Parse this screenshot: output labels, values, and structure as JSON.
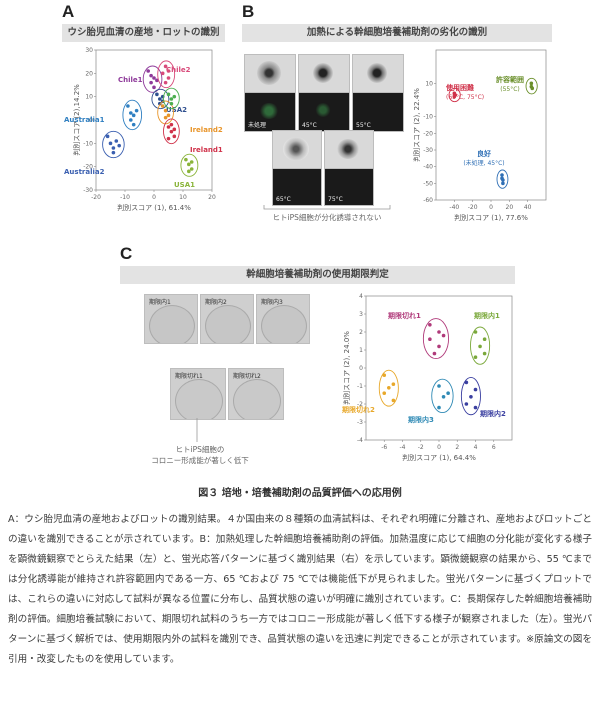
{
  "panelA": {
    "letter": "A",
    "banner": "ウシ胎児血清の産地・ロットの識別",
    "chart_data": {
      "type": "scatter",
      "xlabel": "判別スコア (1), 61.4%",
      "ylabel": "判別スコア (2),14.2%",
      "xlim": [
        -20,
        20
      ],
      "ylim": [
        -30,
        30
      ],
      "xticks": [
        "-20",
        "-10",
        "0",
        "10",
        "20"
      ],
      "yticks": [
        "30",
        "20",
        "10",
        "0",
        "-10",
        "-20",
        "-30"
      ],
      "groups": [
        {
          "name": "Chile1",
          "color": "#8e3a9a",
          "points": [
            [
              -2,
              21
            ],
            [
              -1,
              19
            ],
            [
              0,
              18
            ],
            [
              -1,
              16
            ],
            [
              0,
              14
            ],
            [
              1,
              17
            ]
          ]
        },
        {
          "name": "Chile2",
          "color": "#d84a7a",
          "points": [
            [
              4,
              23
            ],
            [
              5,
              21
            ],
            [
              3,
              20
            ],
            [
              5,
              18
            ],
            [
              4,
              16
            ]
          ]
        },
        {
          "name": "USA2",
          "color": "#2f4f8f",
          "points": [
            [
              1,
              11
            ],
            [
              2,
              9
            ],
            [
              3,
              10
            ],
            [
              2,
              7
            ],
            [
              3,
              8
            ]
          ]
        },
        {
          "name": "Australia1",
          "color": "#2f7fc1",
          "points": [
            [
              -9,
              6
            ],
            [
              -8,
              3
            ],
            [
              -8,
              0
            ],
            [
              -7,
              -2
            ],
            [
              -7,
              2
            ],
            [
              -6,
              4
            ]
          ]
        },
        {
          "name": "Ireland2",
          "color": "#e8952a",
          "points": [
            [
              3,
              6
            ],
            [
              4,
              4
            ],
            [
              5,
              2
            ],
            [
              4,
              1
            ]
          ]
        },
        {
          "name": "Ireland1",
          "color": "#d0324a",
          "points": [
            [
              5,
              -3
            ],
            [
              6,
              -5
            ],
            [
              7,
              -7
            ],
            [
              5,
              -8
            ],
            [
              6,
              -2
            ],
            [
              7,
              -4
            ]
          ]
        },
        {
          "name": "Australia2",
          "color": "#3a5fb0",
          "points": [
            [
              -16,
              -7
            ],
            [
              -15,
              -10
            ],
            [
              -14,
              -12
            ],
            [
              -13,
              -9
            ],
            [
              -14,
              -14
            ],
            [
              -12,
              -11
            ]
          ]
        },
        {
          "name": "USA1",
          "color": "#8ab43a",
          "points": [
            [
              11,
              -17
            ],
            [
              12,
              -19
            ],
            [
              13,
              -21
            ],
            [
              12,
              -22
            ],
            [
              13,
              -18
            ]
          ]
        },
        {
          "name": "",
          "color": "#4caf50",
          "points": [
            [
              5,
              11
            ],
            [
              6,
              9
            ],
            [
              6,
              7
            ],
            [
              7,
              10
            ]
          ]
        }
      ]
    }
  },
  "panelB": {
    "letter": "B",
    "banner": "加熱による幹細胞培養補助剤の劣化の識別",
    "photo_labels": [
      "未処理",
      "45°C",
      "55°C",
      "65°C",
      "75°C"
    ],
    "caption": "ヒトiPS細胞が分化誘導されない",
    "chart_data": {
      "type": "scatter",
      "xlabel": "判別スコア (1), 77.6%",
      "ylabel": "判別スコア (2), 22.4%",
      "xlim": [
        -60,
        60
      ],
      "ylim": [
        -60,
        30
      ],
      "xticks": [
        "-40",
        "-20",
        "0",
        "20",
        "40"
      ],
      "yticks": [
        "10",
        "-10",
        "-20",
        "-30",
        "-40",
        "-50",
        "-60"
      ],
      "groups": [
        {
          "name": "使用困難",
          "sub": "(65°C, 75°C)",
          "color": "#d0324a",
          "points": [
            [
              -40,
              4
            ],
            [
              -39,
              3
            ],
            [
              -40,
              2
            ]
          ]
        },
        {
          "name": "許容範囲",
          "sub": "(55°C)",
          "color": "#6a8f2a",
          "points": [
            [
              44,
              10
            ],
            [
              44,
              8
            ],
            [
              45,
              7
            ]
          ]
        },
        {
          "name": "良好",
          "sub": "(未処理, 45°C)",
          "color": "#2f6fb5",
          "points": [
            [
              12,
              -45
            ],
            [
              12,
              -47
            ],
            [
              13,
              -48
            ],
            [
              13,
              -50
            ]
          ]
        }
      ]
    }
  },
  "panelC": {
    "letter": "C",
    "banner": "幹細胞培養補助剤の使用期限判定",
    "photo_labels": [
      "期限内1",
      "期限内2",
      "期限内3",
      "期限切れ1",
      "期限切れ2"
    ],
    "caption_line1": "ヒトiPS細胞の",
    "caption_line2": "コロニー形成能が著しく低下",
    "chart_data": {
      "type": "scatter",
      "xlabel": "判別スコア (1), 64.4%",
      "ylabel": "判別スコア (2), 24.0%",
      "xlim": [
        -8,
        8
      ],
      "ylim": [
        -4,
        4
      ],
      "xticks": [
        "-6",
        "-4",
        "-2",
        "0",
        "2",
        "4",
        "6"
      ],
      "yticks": [
        "4",
        "3",
        "2",
        "1",
        "0",
        "-1",
        "-2",
        "-3",
        "-4"
      ],
      "groups": [
        {
          "name": "期限切れ1",
          "color": "#b03a7a",
          "points": [
            [
              -1,
              2.4
            ],
            [
              0,
              2.0
            ],
            [
              -1,
              1.6
            ],
            [
              0,
              1.2
            ],
            [
              -0.5,
              0.8
            ],
            [
              0.5,
              1.8
            ]
          ]
        },
        {
          "name": "期限内1",
          "color": "#7aa83a",
          "points": [
            [
              4,
              2.0
            ],
            [
              5,
              1.6
            ],
            [
              4.5,
              1.2
            ],
            [
              5,
              0.8
            ],
            [
              4,
              0.6
            ]
          ]
        },
        {
          "name": "期限切れ2",
          "color": "#e8a82a",
          "points": [
            [
              -6,
              -0.4
            ],
            [
              -5,
              -0.9
            ],
            [
              -6,
              -1.4
            ],
            [
              -5,
              -1.8
            ],
            [
              -5.5,
              -1.1
            ]
          ]
        },
        {
          "name": "期限内3",
          "color": "#2f8ab5",
          "points": [
            [
              0,
              -1.0
            ],
            [
              0.5,
              -1.6
            ],
            [
              0,
              -2.2
            ],
            [
              1,
              -1.4
            ]
          ]
        },
        {
          "name": "期限内2",
          "color": "#3a3fa0",
          "points": [
            [
              3,
              -0.8
            ],
            [
              4,
              -1.2
            ],
            [
              3.5,
              -1.6
            ],
            [
              4,
              -2.2
            ],
            [
              3,
              -2.0
            ]
          ]
        }
      ]
    }
  },
  "figure_title": "図３ 培地・培養補助剤の品質評価への応用例",
  "body_paragraphs": [
    "A：ウシ胎児血清の産地およびロットの識別結果。４か国由来の８種類の血清試料は、それぞれ明確に分離され、産地およびロットごとの違いを識別できることが示されています。B：加熱処理した幹細胞培養補助剤の評価。加熱温度に応じて細胞の分化能が変化する様子を顕微鏡観察でとらえた結果（左）と、蛍光応答パターンに基づく識別結果（右）を示しています。顕微鏡観察の結果から、55 ℃までは分化誘導能が維持され許容範囲内である一方、65 ℃および 75 ℃では機能低下が見られました。蛍光パターンに基づくプロットでは、これらの違いに対応して試料が異なる位置に分布し、品質状態の違いが明確に識別されています。C：長期保存した幹細胞培養補助剤の評価。細胞培養試験において、期限切れ試料のうち一方ではコロニー形成能が著しく低下する様子が観察されました（左）。蛍光パターンに基づく解析では、使用期限内外の試料を識別でき、品質状態の違いを迅速に判定できることが示されています。※原論文の図を引用・改変したものを使用しています。"
  ]
}
